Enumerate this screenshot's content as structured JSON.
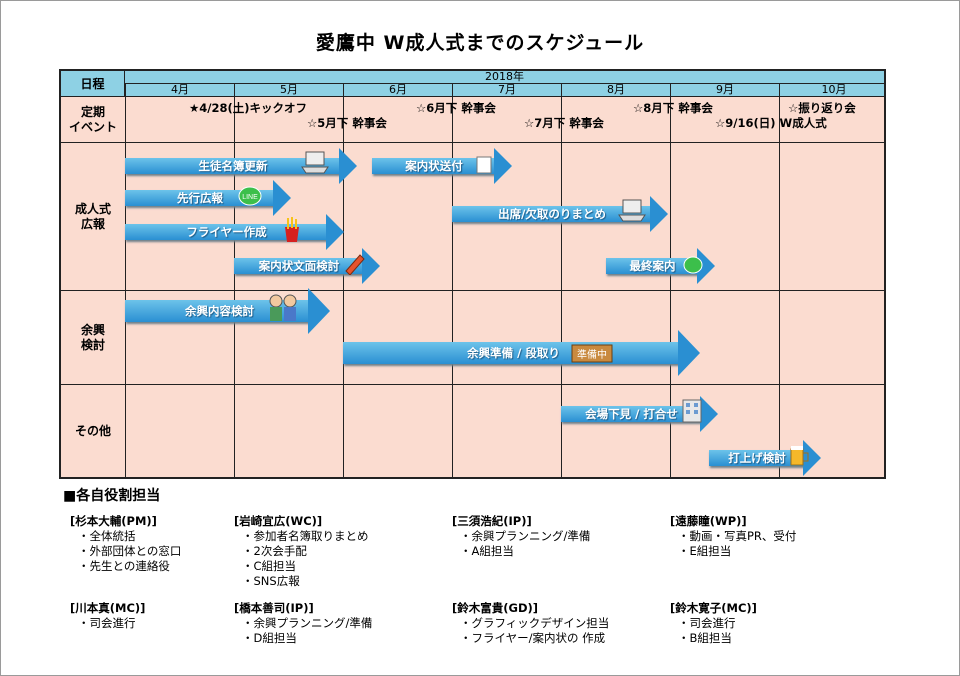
{
  "title": "愛鷹中 W成人式までのスケジュール",
  "gantt": {
    "header_label": "日程",
    "year": "2018年",
    "months": [
      "4月",
      "5月",
      "6月",
      "7月",
      "8月",
      "9月",
      "10月"
    ],
    "rows": [
      {
        "label_line1": "定期",
        "label_line2": "イベント"
      },
      {
        "label_line1": "成人式",
        "label_line2": "広報"
      },
      {
        "label_line1": "余興",
        "label_line2": "検討"
      },
      {
        "label_line1": "その他",
        "label_line2": ""
      }
    ],
    "events": [
      "★4/28(土)キックオフ",
      "☆5月下 幹事会",
      "☆6月下 幹事会",
      "☆7月下 幹事会",
      "☆8月下 幹事会",
      "☆9/16(日) W成人式",
      "☆振り返り会"
    ],
    "tasks": [
      {
        "label": "生徒名簿更新",
        "icon": "laptop-icon"
      },
      {
        "label": "案内状送付",
        "icon": "paper-icon"
      },
      {
        "label": "先行広報",
        "icon": "line-icon"
      },
      {
        "label": "出席/欠取のりまとめ",
        "icon": "laptop-icon"
      },
      {
        "label": "フライヤー作成",
        "icon": "fries-icon"
      },
      {
        "label": "案内状文面検討",
        "icon": "pencil-icon"
      },
      {
        "label": "最終案内",
        "icon": "line-icon"
      },
      {
        "label": "余興内容検討",
        "icon": "people-icon"
      },
      {
        "label": "余興準備 / 段取り",
        "icon": "sign-icon"
      },
      {
        "label": "会場下見 / 打合せ",
        "icon": "building-icon"
      },
      {
        "label": "打上げ検討",
        "icon": "beer-icon"
      }
    ]
  },
  "roles_title": "■各自役割担当",
  "roles": [
    {
      "name": "[杉本大輔(PM)]",
      "items": [
        "・全体統括",
        "・外部団体との窓口",
        "・先生との連絡役"
      ]
    },
    {
      "name": "[岩崎宜広(WC)]",
      "items": [
        "・参加者名簿取りまとめ",
        "・2次会手配",
        "・C組担当",
        "・SNS広報"
      ]
    },
    {
      "name": "[三須浩紀(IP)]",
      "items": [
        "・余興プランニング/準備",
        "・A組担当"
      ]
    },
    {
      "name": "[遠藤瞳(WP)]",
      "items": [
        "・動画・写真PR、受付",
        "・E組担当"
      ]
    },
    {
      "name": "[川本真(MC)]",
      "items": [
        "・司会進行"
      ]
    },
    {
      "name": "[橋本善司(IP)]",
      "items": [
        "・余興プランニング/準備",
        "・D組担当"
      ]
    },
    {
      "name": "[鈴木富貴(GD)]",
      "items": [
        "・グラフィックデザイン担当",
        "・フライヤー/案内状の 作成"
      ]
    },
    {
      "name": "[鈴木寛子(MC)]",
      "items": [
        "・司会進行",
        "・B組担当"
      ]
    }
  ],
  "colors": {
    "header": "#8ed1e4",
    "grid_bg": "#fbdcd0",
    "arrow": "#2a8fd2"
  }
}
